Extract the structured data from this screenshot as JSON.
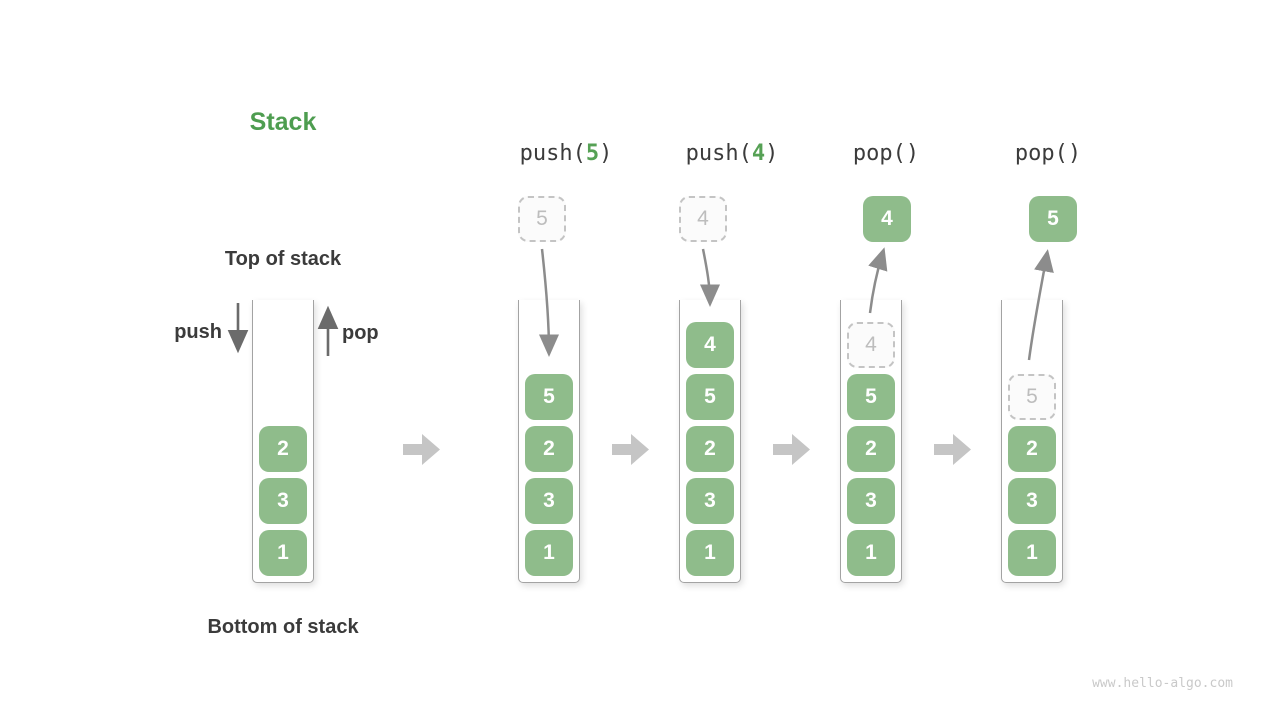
{
  "title": "Stack",
  "labels": {
    "top_of_stack": "Top of stack",
    "bottom_of_stack": "Bottom of stack",
    "push": "push",
    "pop": "pop"
  },
  "watermark": "www.hello-algo.com",
  "columns": [
    {
      "items": [
        {
          "v": "2",
          "ghost": false
        },
        {
          "v": "3",
          "ghost": false
        },
        {
          "v": "1",
          "ghost": false
        }
      ]
    },
    {
      "label": {
        "pre": "push(",
        "arg": "5",
        "post": ")"
      },
      "floating": {
        "v": "5",
        "ghost": true
      },
      "items": [
        {
          "v": "5",
          "ghost": false
        },
        {
          "v": "2",
          "ghost": false
        },
        {
          "v": "3",
          "ghost": false
        },
        {
          "v": "1",
          "ghost": false
        }
      ]
    },
    {
      "label": {
        "pre": "push(",
        "arg": "4",
        "post": ")"
      },
      "floating": {
        "v": "4",
        "ghost": true
      },
      "items": [
        {
          "v": "4",
          "ghost": false
        },
        {
          "v": "5",
          "ghost": false
        },
        {
          "v": "2",
          "ghost": false
        },
        {
          "v": "3",
          "ghost": false
        },
        {
          "v": "1",
          "ghost": false
        }
      ]
    },
    {
      "label": {
        "pre": "pop()",
        "arg": "",
        "post": ""
      },
      "floating": {
        "v": "4",
        "ghost": false
      },
      "items": [
        {
          "v": "4",
          "ghost": true
        },
        {
          "v": "5",
          "ghost": false
        },
        {
          "v": "2",
          "ghost": false
        },
        {
          "v": "3",
          "ghost": false
        },
        {
          "v": "1",
          "ghost": false
        }
      ]
    },
    {
      "label": {
        "pre": "pop()",
        "arg": "",
        "post": ""
      },
      "floating": {
        "v": "5",
        "ghost": false
      },
      "items": [
        {
          "v": "5",
          "ghost": true
        },
        {
          "v": "2",
          "ghost": false
        },
        {
          "v": "3",
          "ghost": false
        },
        {
          "v": "1",
          "ghost": false
        }
      ]
    }
  ],
  "colors": {
    "item_green": "#8fbc8b",
    "accent_green": "#56a155",
    "title_green": "#4e9d50",
    "text_dark": "#3b3b3b",
    "transition_arrow": "#c5c5c5",
    "curve_arrow": "#8c8c8c",
    "ghost_border": "#c4c4c4",
    "ghost_text": "#bdbdbd",
    "watermark_gray": "#c9c9c9"
  }
}
